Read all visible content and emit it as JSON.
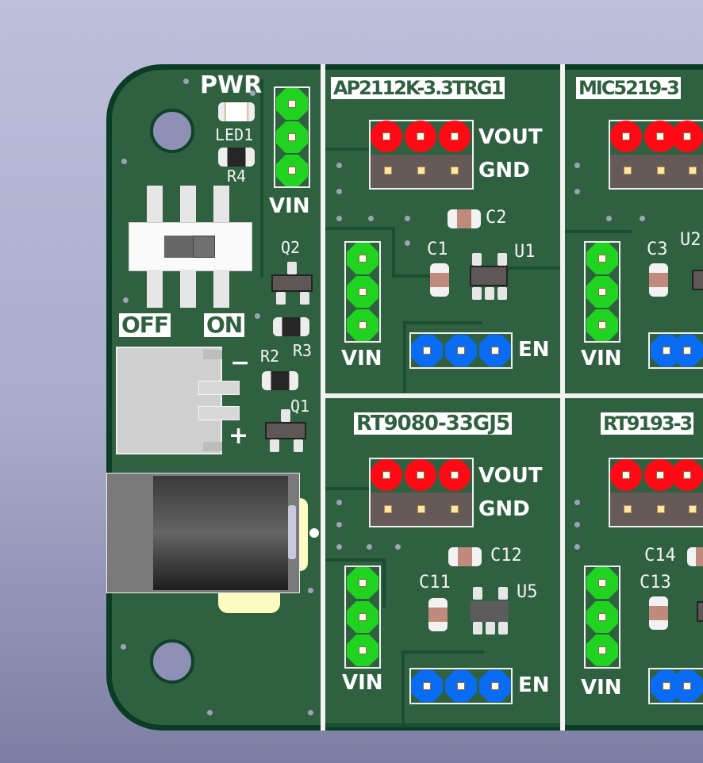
{
  "board": {
    "colors": {
      "soldermask": "#2f6140",
      "edge": "#0b3d26",
      "silkscreen": "#ffffff",
      "vout_header": "#ff0a14",
      "gnd_header": "#665a59",
      "vin_header": "#21d321",
      "en_header": "#0a6cf2"
    },
    "power_section": {
      "pwr_label": "PWR",
      "led_ref": "LED1",
      "r4_ref": "R4",
      "vin_label": "VIN",
      "q2_ref": "Q2",
      "r3_ref": "R3",
      "r2_ref": "R2",
      "q1_ref": "Q1",
      "switch_off_label": "OFF",
      "switch_on_label": "ON",
      "minus_label": "−",
      "plus_label": "+"
    },
    "modules": [
      {
        "title": "AP2112K-3.3TRG1",
        "vout_label": "VOUT",
        "gnd_label": "GND",
        "vin_label": "VIN",
        "en_label": "EN",
        "cin_ref": "C1",
        "cout_ref": "C2",
        "ic_ref": "U1"
      },
      {
        "title": "MIC5219-3",
        "vin_label": "VIN",
        "cin_ref": "C3",
        "ic_ref": "U2"
      },
      {
        "title": "RT9080-33GJ5",
        "vout_label": "VOUT",
        "gnd_label": "GND",
        "vin_label": "VIN",
        "en_label": "EN",
        "cin_ref": "C11",
        "cout_ref": "C12",
        "ic_ref": "U5"
      },
      {
        "title": "RT9193-3",
        "vin_label": "VIN",
        "cin_ref": "C13",
        "cout_ref": "C14"
      }
    ]
  }
}
